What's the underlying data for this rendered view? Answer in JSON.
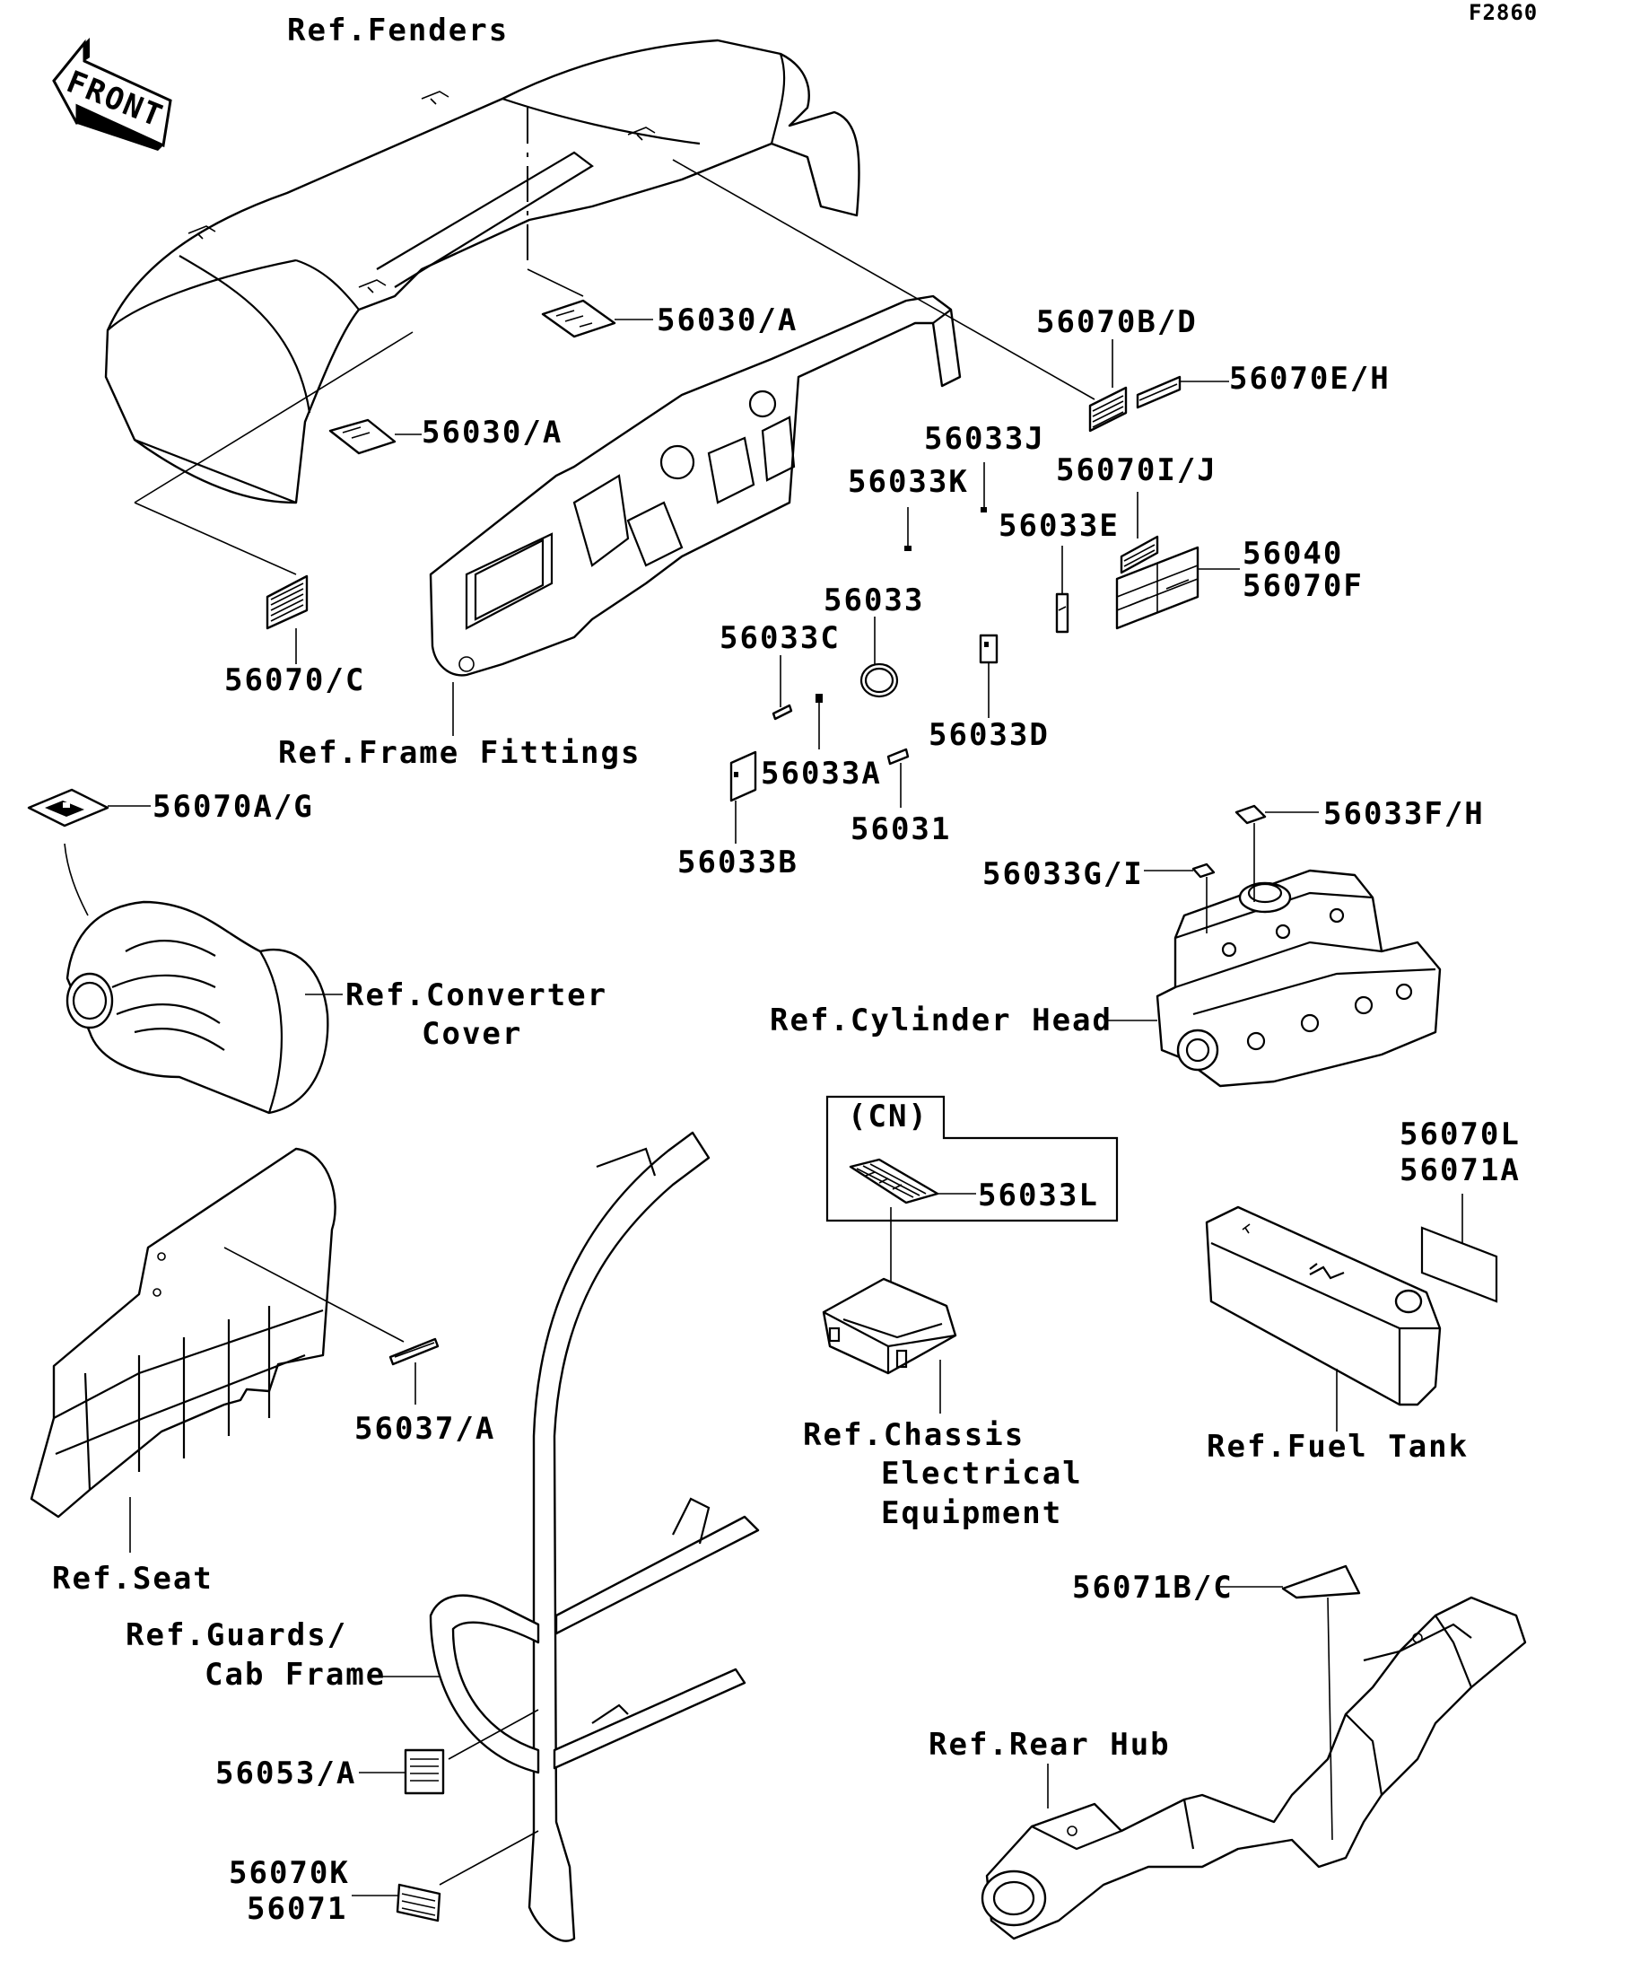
{
  "diagram_code": "F2860",
  "direction_arrow": "FRONT",
  "callouts": {
    "ref_fenders": "Ref.Fenders",
    "p56030a_1": "56030/A",
    "p56030a_2": "56030/A",
    "p56070bd": "56070B/D",
    "p56070eh": "56070E/H",
    "p56033j": "56033J",
    "p56033k": "56033K",
    "p56070ij": "56070I/J",
    "p56033e": "56033E",
    "p56040": "56040",
    "p56070f": "56070F",
    "p56033": "56033",
    "p56033c": "56033C",
    "p56070c": "56070/C",
    "ref_frame_fittings": "Ref.Frame Fittings",
    "p56033d": "56033D",
    "p56033a": "56033A",
    "p56070ag": "56070A/G",
    "p56031": "56031",
    "p56033fh": "56033F/H",
    "p56033b": "56033B",
    "p56033gi": "56033G/I",
    "ref_converter_cover_1": "Ref.Converter",
    "ref_converter_cover_2": "Cover",
    "ref_cylinder_head": "Ref.Cylinder Head",
    "cn_label": "(CN)",
    "p56033l": "56033L",
    "p56070l": "56070L",
    "p56071a": "56071A",
    "p56037a": "56037/A",
    "ref_chassis_1": "Ref.Chassis",
    "ref_chassis_2": "Electrical",
    "ref_chassis_3": "Equipment",
    "ref_fuel_tank": "Ref.Fuel Tank",
    "ref_seat": "Ref.Seat",
    "p56071bc": "56071B/C",
    "ref_guards_1": "Ref.Guards/",
    "ref_guards_2": "Cab Frame",
    "ref_rear_hub": "Ref.Rear Hub",
    "p56053a": "56053/A",
    "p56070k": "56070K",
    "p56071": "56071"
  },
  "icons": {
    "front_arrow": "front-arrow-icon"
  }
}
